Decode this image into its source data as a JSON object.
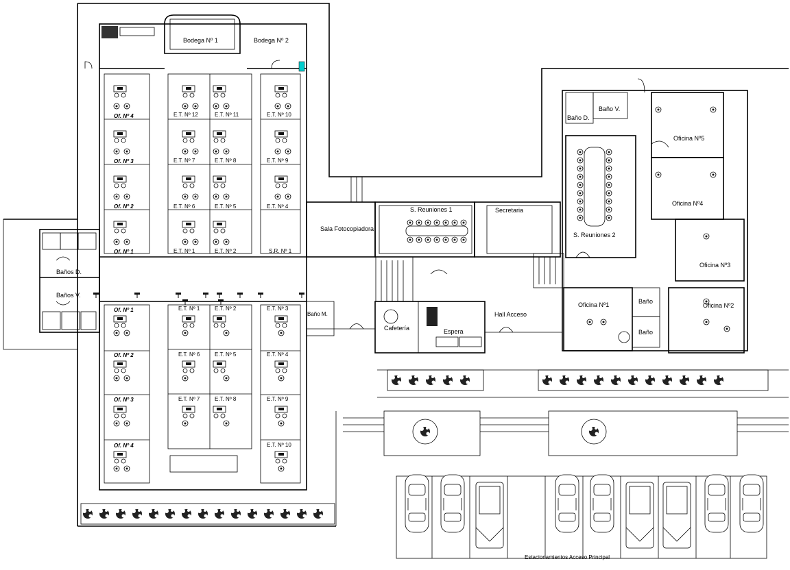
{
  "rooms": {
    "bodega1": "Bodega Nº 1",
    "bodega2": "Bodega Nº 2",
    "of_top": [
      "Of. Nº 4",
      "Of. Nº 3",
      "Of. Nº 2",
      "Of. Nº 1"
    ],
    "of_bottom": [
      "Of. Nº 1",
      "Of. Nº 2",
      "Of. Nº 3",
      "Of. Nº 4"
    ],
    "et_top": [
      [
        "E.T. Nº 12",
        "E.T. Nº 11",
        "E.T. Nº 10"
      ],
      [
        "E.T. Nº 7",
        "E.T. Nº 8",
        "E.T. Nº 9"
      ],
      [
        "E.T. Nº 6",
        "E.T. Nº 5",
        "E.T. Nº 4"
      ],
      [
        "E.T. Nº 1",
        "E.T. Nº 2"
      ]
    ],
    "sr1": "S.R. Nº 1",
    "et_bottom": [
      [
        "E.T. Nº 1",
        "E.T. Nº 2",
        "E.T. Nº 3"
      ],
      [
        "E.T. Nº 6",
        "E.T. Nº 5",
        "E.T. Nº 4"
      ],
      [
        "E.T. Nº 7",
        "E.T. Nº 8",
        "E.T. Nº 9"
      ],
      [
        "E.T. Nº 10"
      ]
    ],
    "banos_d": "Baños D.",
    "banos_v": "Baños V.",
    "bano_m": "Baño M.",
    "sala_foto": "Sala Fotocopiadora",
    "s_reuniones1": "S. Reuniones 1",
    "secretaria": "Secretaria",
    "s_reuniones2": "S. Reuniones 2",
    "cafeteria": "Cafetería",
    "espera": "Espera",
    "hall": "Hall Acceso",
    "bano_d": "Baño D.",
    "bano_v": "Baño V.",
    "oficina5": "Oficina Nº5",
    "oficina4": "Oficina Nº4",
    "oficina3": "Oficina Nº3",
    "oficina2": "Oficina Nº2",
    "oficina1": "Oficina Nº1",
    "bano1": "Baño",
    "bano2": "Baño",
    "estacionamientos": "Estacionamientos Acceso Principal"
  }
}
